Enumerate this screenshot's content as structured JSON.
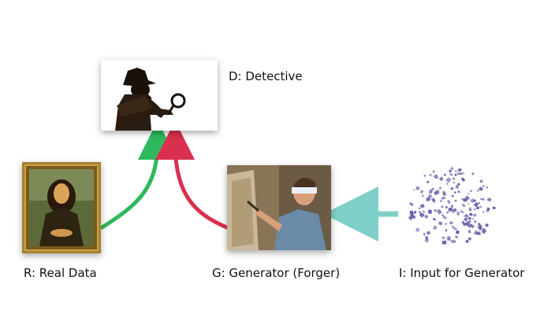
{
  "nodes": {
    "detective": {
      "label": "D: Detective"
    },
    "real_data": {
      "label": "R: Real Data"
    },
    "generator": {
      "label": "G: Generator (Forger)"
    },
    "input": {
      "label": "I: Input for Generator"
    }
  },
  "colors": {
    "real_arrow": "#2eb85c",
    "fake_arrow": "#d9304f",
    "input_arrow": "#7fd0c8",
    "noise_points": "#6a5ba8"
  },
  "icons": {
    "detective": "detective-silhouette-icon",
    "real_data": "mona-lisa-painting-icon",
    "generator": "blindfolded-painter-icon",
    "input": "noise-cloud-icon"
  }
}
